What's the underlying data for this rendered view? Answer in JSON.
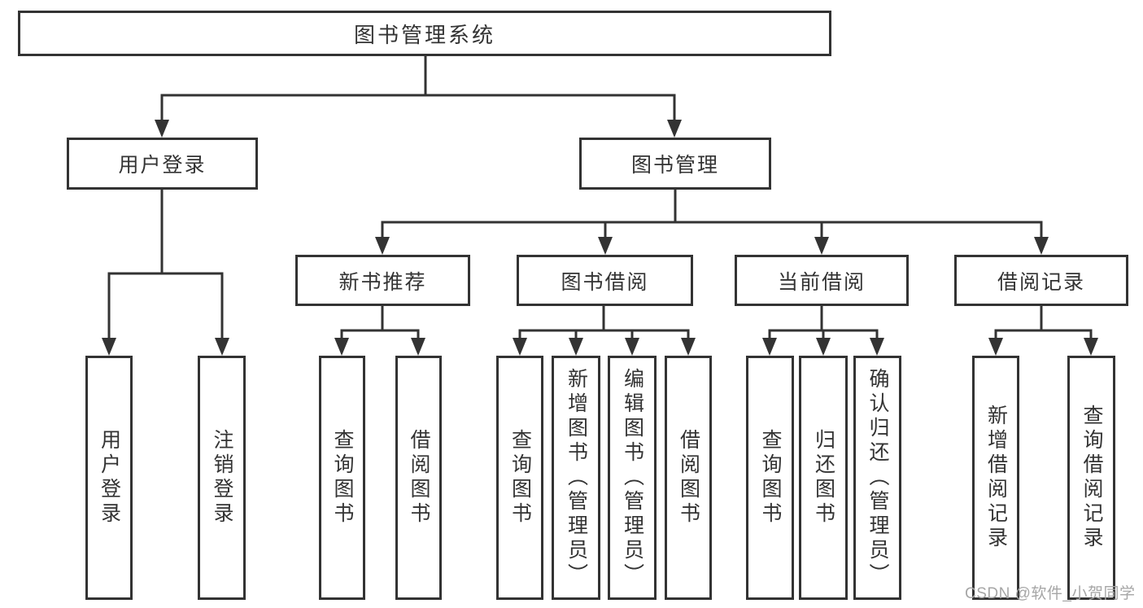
{
  "colors": {
    "line": "#333333",
    "text": "#333333",
    "box_background": "#ffffff",
    "watermark": "#a6a6a6",
    "page_background": "#ffffff"
  },
  "watermark": {
    "text": "CSDN @软件_小贺同学"
  },
  "tree": {
    "root": {
      "label": "图书管理系统"
    },
    "level2": {
      "user_login": {
        "label": "用户登录"
      },
      "book_management": {
        "label": "图书管理"
      }
    },
    "level3": {
      "new_book_recommend": {
        "label": "新书推荐"
      },
      "book_borrowing": {
        "label": "图书借阅"
      },
      "current_borrowing": {
        "label": "当前借阅"
      },
      "borrowing_records": {
        "label": "借阅记录"
      }
    },
    "leaves": {
      "user_login_login": {
        "label": "用户登录"
      },
      "user_login_logout": {
        "label": "注销登录"
      },
      "recommend_query_books": {
        "label": "查询图书"
      },
      "recommend_borrow_books": {
        "label": "借阅图书"
      },
      "borrowing_query_books": {
        "label": "查询图书"
      },
      "borrowing_add_books": {
        "label": "新增图书（管理员）"
      },
      "borrowing_edit_books": {
        "label": "编辑图书（管理员）"
      },
      "borrowing_borrow_books": {
        "label": "借阅图书"
      },
      "current_query_books": {
        "label": "查询图书"
      },
      "current_return_books": {
        "label": "归还图书"
      },
      "current_confirm_return": {
        "label": "确认归还（管理员）"
      },
      "records_add_record": {
        "label": "新增借阅记录"
      },
      "records_query_record": {
        "label": "查询借阅记录"
      }
    }
  }
}
